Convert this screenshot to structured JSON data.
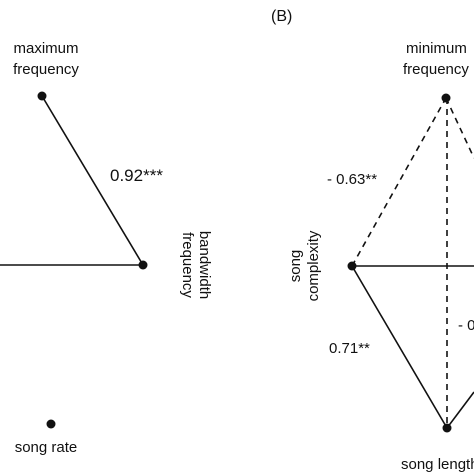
{
  "colors": {
    "ink": "#111111",
    "background": "#ffffff"
  },
  "panel_b": {
    "label": "(B)"
  },
  "nodes": {
    "maximum_frequency": {
      "line1": "maximum",
      "line2": "frequency"
    },
    "frequency_bandwidth": {
      "line1": "frequency",
      "line2": "bandwidth"
    },
    "song_rate": {
      "label": "song rate"
    },
    "minimum_frequency": {
      "line1": "minimum",
      "line2": "frequency"
    },
    "song_complexity": {
      "line1": "song",
      "line2": "complexity"
    },
    "song_length": {
      "label": "song length"
    }
  },
  "edges": {
    "max_to_bandwidth": {
      "label": "0.92***",
      "style": "solid"
    },
    "complexity_to_min": {
      "label": "- 0.63**",
      "style": "dashed"
    },
    "complexity_to_length": {
      "label": "0.71**",
      "style": "solid"
    },
    "right_vertical": {
      "label": "- 0",
      "style": "dashed"
    }
  }
}
